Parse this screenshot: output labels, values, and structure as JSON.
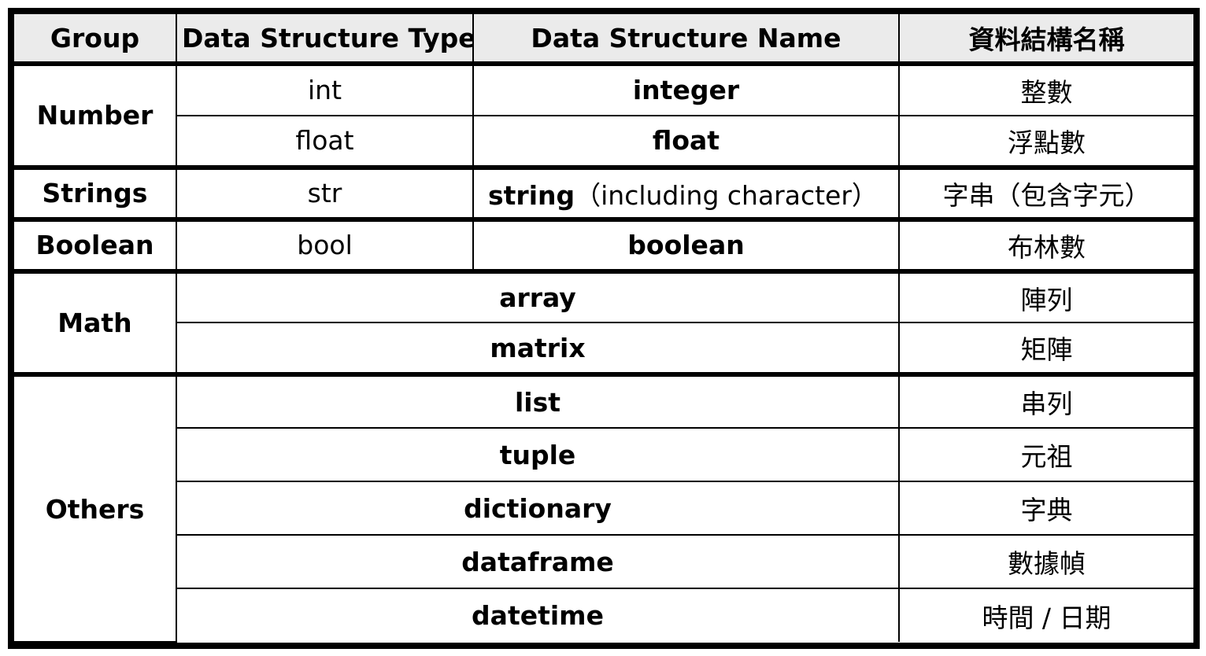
{
  "headers": {
    "group": "Group",
    "type": "Data Structure Type",
    "name": "Data Structure Name",
    "chinese": "資料結構名稱"
  },
  "groups": {
    "number": {
      "label": "Number",
      "rows": [
        {
          "type": "int",
          "name": "integer",
          "chinese": "整數"
        },
        {
          "type": "float",
          "name": "float",
          "chinese": "浮點數"
        }
      ]
    },
    "strings": {
      "label": "Strings",
      "rows": [
        {
          "type": "str",
          "name": "string",
          "name_extra": "（including character）",
          "chinese": "字串（包含字元）"
        }
      ]
    },
    "boolean": {
      "label": "Boolean",
      "rows": [
        {
          "type": "bool",
          "name": "boolean",
          "chinese": "布林數"
        }
      ]
    },
    "math": {
      "label": "Math",
      "rows": [
        {
          "name": "array",
          "chinese": "陣列"
        },
        {
          "name": "matrix",
          "chinese": "矩陣"
        }
      ]
    },
    "others": {
      "label": "Others",
      "rows": [
        {
          "name": "list",
          "chinese": "串列"
        },
        {
          "name": "tuple",
          "chinese": "元祖"
        },
        {
          "name": "dictionary",
          "chinese": "字典"
        },
        {
          "name": "dataframe",
          "chinese": "數據幀"
        },
        {
          "name": "datetime",
          "chinese": "時間 / 日期"
        }
      ]
    }
  }
}
